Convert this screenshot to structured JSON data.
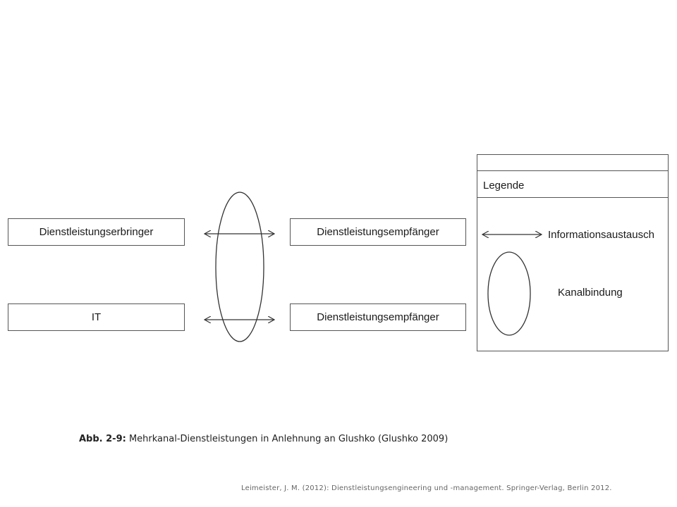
{
  "diagram": {
    "nodes": [
      {
        "id": "provider",
        "label": "Dienstleistungserbringer"
      },
      {
        "id": "it",
        "label": "IT"
      },
      {
        "id": "recipient_top",
        "label": "Dienstleistungsempfänger"
      },
      {
        "id": "recipient_bottom",
        "label": "Dienstleistungsempfänger"
      }
    ],
    "edges": [
      {
        "from": "provider",
        "to": "recipient_top",
        "type": "Informationsaustausch"
      },
      {
        "from": "it",
        "to": "recipient_bottom",
        "type": "Informationsaustausch"
      }
    ],
    "channel_binding": [
      "recipient_top",
      "recipient_bottom"
    ]
  },
  "legend": {
    "title": "Legende",
    "items": [
      {
        "symbol": "double-arrow",
        "label": "Informationsaustausch"
      },
      {
        "symbol": "ellipse",
        "label": "Kanalbindung"
      }
    ]
  },
  "caption": {
    "prefix": "Abb. 2-9:",
    "text": " Mehrkanal-Dienstleistungen in Anlehnung an Glushko (Glushko 2009)"
  },
  "citation": "Leimeister, J. M. (2012): Dienstleistungsengineering und -management. Springer-Verlag, Berlin 2012."
}
